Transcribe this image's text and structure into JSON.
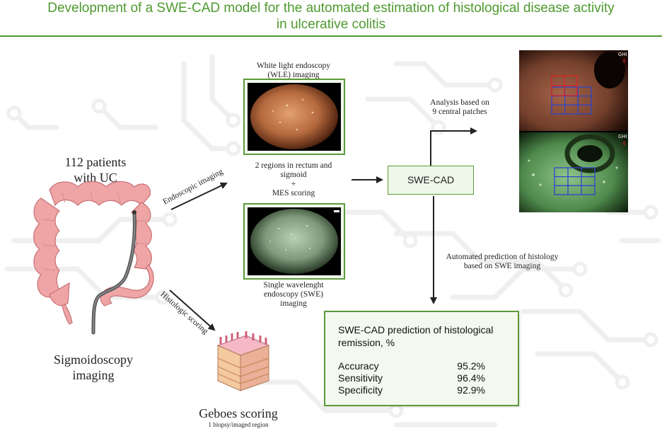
{
  "title": {
    "line1": "Development of a SWE-CAD model for the automated estimation of histological disease activity",
    "line2": "in ulcerative colitis"
  },
  "patients": {
    "line1": "112 patients",
    "line2": "with UC"
  },
  "sigmoidoscopy": {
    "line1": "Sigmoidoscopy",
    "line2": "imaging"
  },
  "arrows": {
    "endoscopic": "Endoscopic imaging",
    "histologic": "Histologic scoring"
  },
  "wle": {
    "line1": "White light endoscopy",
    "line2": "(WLE) imaging"
  },
  "regions": {
    "line1": "2 regions in rectum and",
    "line2": "sigmoid",
    "line3": "+",
    "line4": "MES scoring"
  },
  "swe_label": {
    "line1": "Single wavelenght",
    "line2": "endoscopy (SWE)",
    "line3": "imaging"
  },
  "geboes": {
    "title": "Geboes scoring",
    "sub": "1 biopsy/imaged region"
  },
  "cad": {
    "label": "SWE-CAD"
  },
  "analysis": {
    "line1": "Analysis based on",
    "line2": "9 central patches"
  },
  "automated": {
    "line1": "Automated prediction of histology",
    "line2": "based on SWE imaging"
  },
  "endo_overlay": {
    "tag": "GHI",
    "score": "4"
  },
  "results": {
    "heading": "SWE-CAD prediction of histological remission, %",
    "rows": [
      {
        "label": "Accuracy",
        "value": "95.2%"
      },
      {
        "label": "Sensitivity",
        "value": "96.4%"
      },
      {
        "label": "Specificity",
        "value": "92.9%"
      }
    ]
  },
  "colors": {
    "accent": "#4e9a2e",
    "frame": "#5c9a3c",
    "grid_blue": "#2f45c8",
    "grid_red": "#e02020"
  },
  "icons": [
    "colon-illustration",
    "endoscope",
    "tissue-block",
    "arrow"
  ]
}
